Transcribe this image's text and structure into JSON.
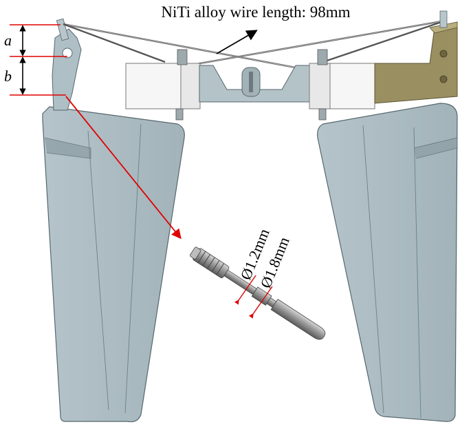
{
  "labels": {
    "wire_length": "NiTi alloy wire length: 98mm",
    "dim_a": "a",
    "dim_b": "b",
    "dia_small": "Ø1.2mm",
    "dia_large": "Ø1.8mm"
  },
  "colors": {
    "fin": "#a9bac0",
    "fin_edge": "#55666c",
    "block": "#f4f4f4",
    "bracket": "#8b8259",
    "pin": "#8e8e8e",
    "annotation_red": "#e00000",
    "text": "#000000"
  }
}
